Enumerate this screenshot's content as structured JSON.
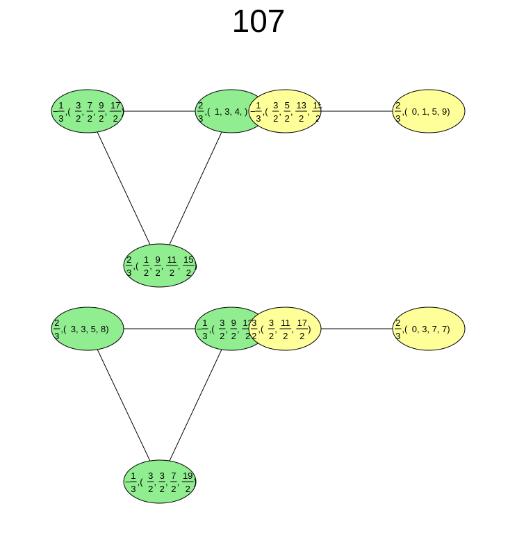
{
  "title": "107",
  "colors": {
    "green": "#90ee90",
    "yellow": "#ffff99",
    "edge": "#000000"
  },
  "graphs": [
    {
      "nodes": [
        {
          "id": "g1-a",
          "color": "green",
          "coeff": [
            "1",
            "3"
          ],
          "neg": true,
          "tuple": [
            [
              "3",
              "2"
            ],
            [
              "7",
              "2"
            ],
            [
              "9",
              "2"
            ],
            [
              "17",
              "2"
            ]
          ]
        },
        {
          "id": "g1-b",
          "color": "green",
          "coeff": [
            "2",
            "3"
          ],
          "neg": false,
          "tuple": [
            "1",
            "3",
            "4",
            ""
          ]
        },
        {
          "id": "g1-c",
          "color": "yellow",
          "coeff": [
            "1",
            "3"
          ],
          "neg": true,
          "tuple": [
            [
              "3",
              "2"
            ],
            [
              "5",
              "2"
            ],
            [
              "13",
              "2"
            ],
            [
              "15",
              "2"
            ]
          ]
        },
        {
          "id": "g1-d",
          "color": "yellow",
          "coeff": [
            "2",
            "3"
          ],
          "neg": false,
          "tuple": [
            "0",
            "1",
            "5",
            "9"
          ]
        },
        {
          "id": "g1-e",
          "color": "green",
          "coeff": [
            "2",
            "3"
          ],
          "neg": false,
          "tuple": [
            [
              "1",
              "2"
            ],
            [
              "9",
              "2"
            ],
            [
              "11",
              "2"
            ],
            [
              "15",
              "2"
            ]
          ]
        }
      ]
    },
    {
      "nodes": [
        {
          "id": "g2-a",
          "color": "green",
          "coeff": [
            "2",
            "3"
          ],
          "neg": false,
          "tuple": [
            "3",
            "3",
            "5",
            "8"
          ]
        },
        {
          "id": "g2-b",
          "color": "green",
          "coeff": [
            "1",
            "3"
          ],
          "neg": true,
          "tuple": [
            [
              "3",
              "2"
            ],
            [
              "9",
              "2"
            ],
            [
              "13",
              "2"
            ],
            [
              "13",
              "2"
            ]
          ]
        },
        {
          "id": "g2-c",
          "color": "yellow",
          "coeff": [
            "3",
            "2"
          ],
          "neg": false,
          "tuple": [
            [
              "3",
              "2"
            ],
            [
              "11",
              "2"
            ],
            [
              "17",
              "2"
            ]
          ]
        },
        {
          "id": "g2-d",
          "color": "yellow",
          "coeff": [
            "2",
            "3"
          ],
          "neg": false,
          "tuple": [
            "0",
            "3",
            "7",
            "7"
          ]
        },
        {
          "id": "g2-e",
          "color": "green",
          "coeff": [
            "1",
            "3"
          ],
          "neg": true,
          "tuple": [
            [
              "3",
              "2"
            ],
            [
              "3",
              "2"
            ],
            [
              "7",
              "2"
            ],
            [
              "19",
              "2"
            ]
          ]
        }
      ]
    }
  ]
}
